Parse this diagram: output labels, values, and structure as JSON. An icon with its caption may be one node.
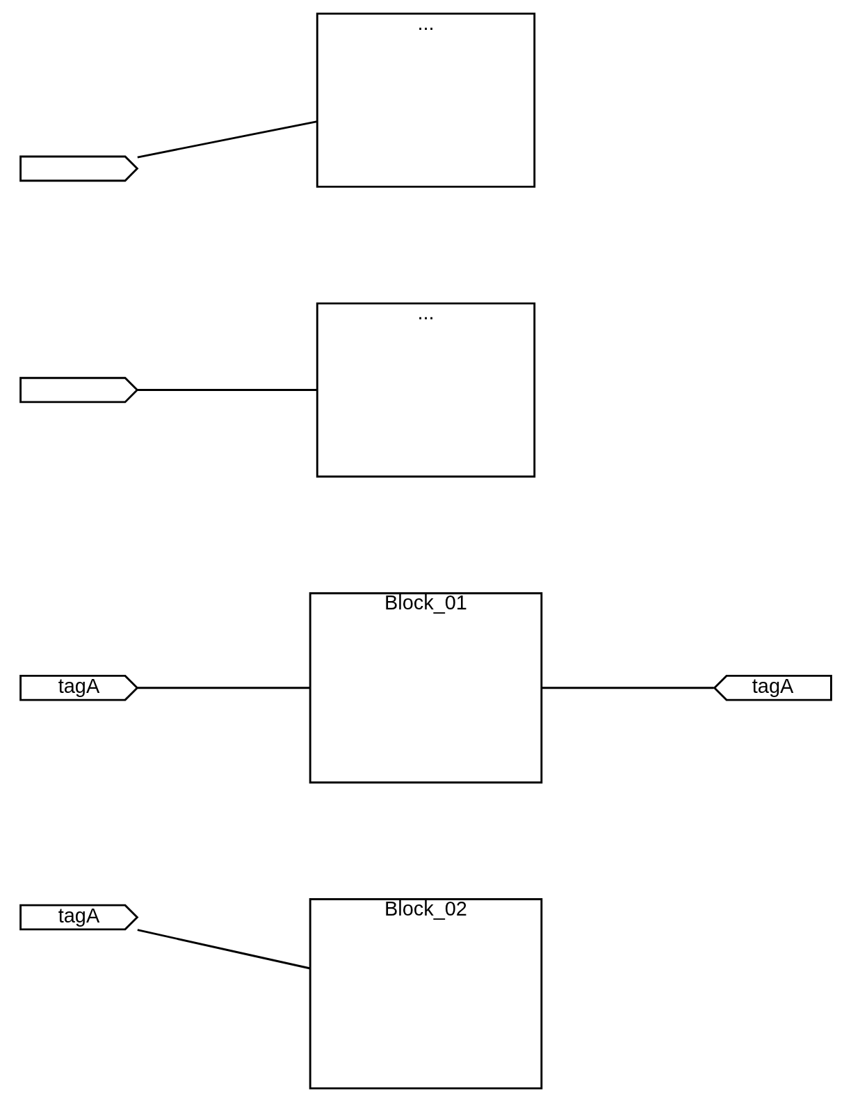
{
  "diagram": {
    "nodes": [
      {
        "text": [],
        "shape": "tag"
      },
      {
        "text": [
          "..."
        ]
      },
      {
        "text": [],
        "shape": "tag"
      },
      {
        "text": [
          "..."
        ]
      },
      {
        "text": [
          "tagA"
        ]
      },
      {
        "text": [
          "Block_01"
        ]
      },
      {
        "text": [
          "tagA"
        ]
      },
      {
        "text": [
          "tagA"
        ]
      },
      {
        "text": [
          "Block_02"
        ]
      }
    ],
    "edges": [
      {
        "from": 0,
        "to": 1,
        "arrow": "none"
      },
      {
        "from": 2,
        "to": 3,
        "arrow": "none"
      },
      {
        "from": 4,
        "to": 5,
        "arrow": "none"
      },
      {
        "from": 5,
        "to": 6,
        "arrow": "none"
      },
      {
        "from": 7,
        "to": 8,
        "arrow": "none"
      }
    ]
  }
}
